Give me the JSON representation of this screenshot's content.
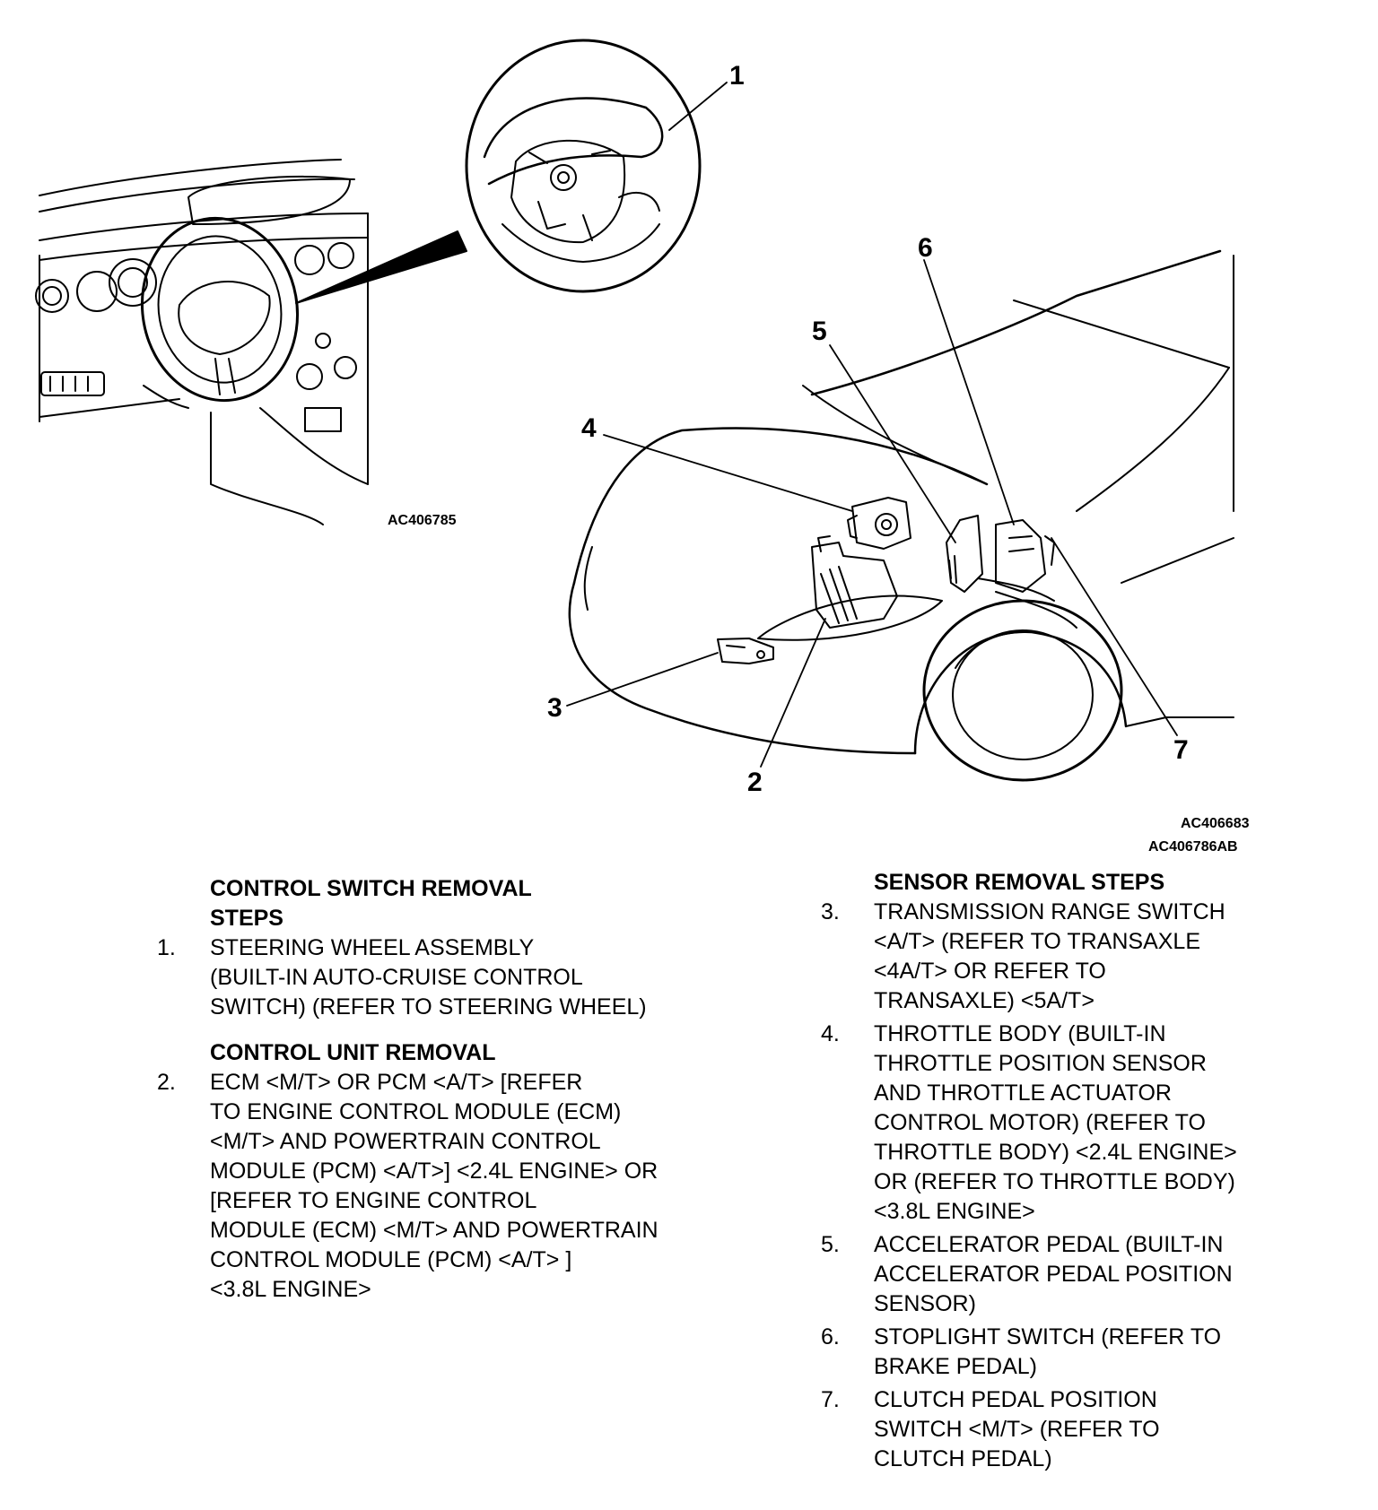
{
  "callouts": [
    "1",
    "2",
    "3",
    "4",
    "5",
    "6",
    "7"
  ],
  "figure_ids": {
    "dash": "AC406785",
    "car_1": "AC406683",
    "car_2": "AC406786AB"
  },
  "left_column": {
    "heading_1": "CONTROL SWITCH REMOVAL\nSTEPS",
    "steps_1": [
      {
        "num": "1.",
        "text": "STEERING WHEEL ASSEMBLY\n(BUILT-IN AUTO-CRUISE CONTROL\nSWITCH) (REFER TO  STEERING WHEEL)"
      }
    ],
    "heading_2": "CONTROL UNIT REMOVAL",
    "steps_2": [
      {
        "num": "2.",
        "text": "ECM <M/T> OR PCM <A/T> [REFER\nTO  ENGINE  CONTROL MODULE (ECM)\n<M/T>  AND POWERTRAIN CONTROL\nMODULE (PCM) <A/T>] <2.4L ENGINE> OR\n[REFER TO  ENGINE CONTROL\nMODULE (ECM) <M/T> AND  POWERTRAIN\nCONTROL MODULE  (PCM) <A/T> ]\n <3.8L  ENGINE>"
      }
    ]
  },
  "right_column": {
    "heading": "SENSOR REMOVAL STEPS",
    "steps": [
      {
        "num": "3.",
        "text": "TRANSMISSION RANGE SWITCH\n<A/T> (REFER TO  TRANSAXLE\n<4A/T> OR  REFER TO\nTRANSAXLE) <5A/T>"
      },
      {
        "num": "4.",
        "text": "THROTTLE BODY (BUILT-IN\nTHROTTLE POSITION SENSOR\nAND THROTTLE ACTUATOR\nCONTROL MOTOR) (REFER TO\n THROTTLE BODY) <2.4L ENGINE>\n OR  (REFER TO  THROTTLE BODY)\n<3.8L ENGINE>"
      },
      {
        "num": "5.",
        "text": "ACCELERATOR PEDAL (BUILT-IN\nACCELERATOR PEDAL POSITION\nSENSOR)"
      },
      {
        "num": "6.",
        "text": "STOPLIGHT SWITCH (REFER TO\nBRAKE PEDAL)"
      },
      {
        "num": "7.",
        "text": "CLUTCH PEDAL POSITION\nSWITCH <M/T> (REFER TO\n CLUTCH PEDAL)"
      }
    ]
  }
}
